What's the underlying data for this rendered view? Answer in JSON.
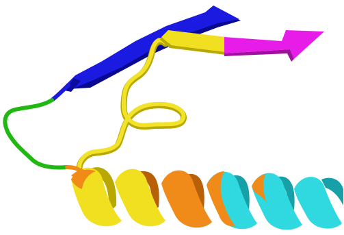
{
  "image": {
    "subject": "protein-cartoon-ribbon",
    "background": "#ffffff"
  },
  "colors": {
    "blue_strand": "#1010d8",
    "blue_dark": "#0a0a90",
    "magenta_strand": "#e81ce8",
    "magenta_dark": "#a010a0",
    "yellow": "#f0e020",
    "yellow_dark": "#b8a800",
    "green_loop": "#22b814",
    "orange_helix": "#f08a18",
    "orange_dark": "#b86008",
    "cyan_helix": "#30d8e0",
    "cyan_dark": "#18a0a8"
  },
  "elements": [
    "upper-beta-strand-blue",
    "lower-beta-strand-yellow-magenta",
    "green-loop",
    "yellow-loop",
    "alpha-helix-yellow-orange-cyan"
  ]
}
